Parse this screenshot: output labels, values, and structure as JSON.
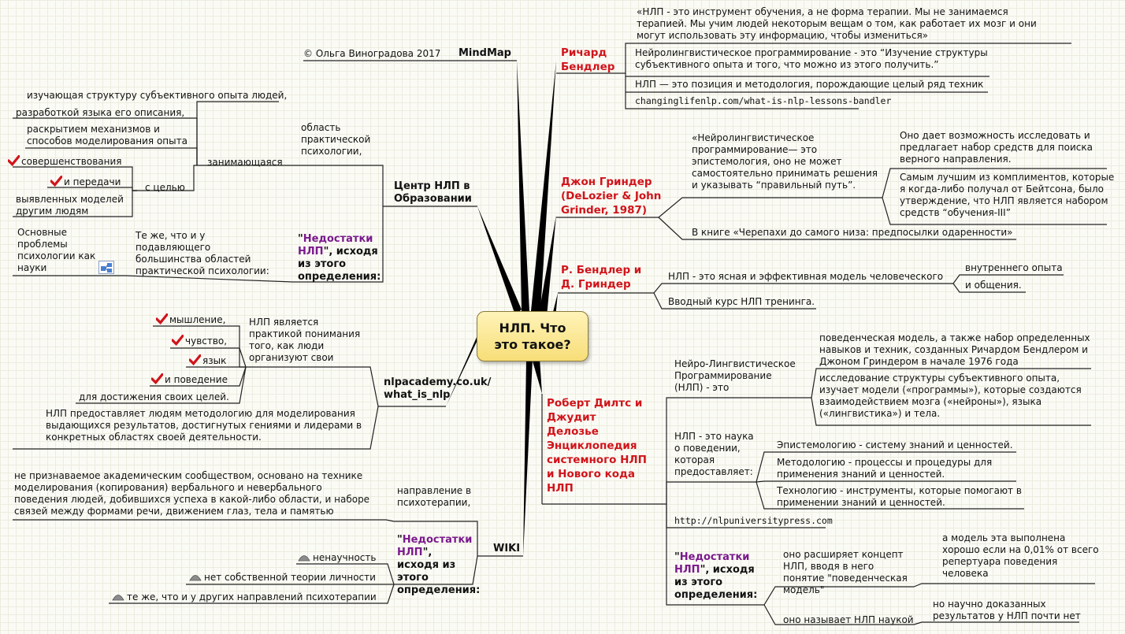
{
  "center": "НЛП. Что это такое?",
  "mindmap": {
    "label": "MindMap",
    "copyright": "© Ольга Виноградова 2017"
  },
  "bandler": {
    "title": "Ричард Бендлер",
    "quote1": "«НЛП - это инструмент обучения, а не форма терапии. Мы не занимаемся терапией. Мы учим людей некоторым вещам о том, как работает их мозг и они могут использовать эту информацию, чтобы измениться»",
    "quote2": "Нейролингвистическое программирование - это “Изучение структуры субъективного опыта и того, что можно из этого получить.”",
    "quote3": "НЛП — это позиция и методология, порождающие целый ряд техник",
    "link": "changinglifenlp.com/what-is-nlp-lessons-bandler"
  },
  "grinder": {
    "title": "Джон Гриндер (DeLozier & John Grinder, 1987)",
    "quote": "«Нейролингвистическое программирование— это эпистемология, оно не может самостоятельно принимать решения и указывать “правильный путь”.",
    "sub1": "Оно дает возможность исследовать и предлагает набор средств для поиска верного направления.",
    "sub2": "Самым лучшим из комплиментов, которые я когда-либо получал от Бейтсона, было утверждение, что НЛП является набором средств “обучения-III”",
    "book": "В книге «Черепахи до самого низа: предпосылки одаренности»"
  },
  "bg": {
    "title": "Р. Бендлер и Д. Гриндер",
    "model": "НЛП - это ясная и эффективная модель человеческого",
    "model_a": "внутреннего опыта",
    "model_b": "и общения.",
    "course": "Вводный курс НЛП тренинга."
  },
  "dilts": {
    "title": "Роберт Дилтс и Джудит Делозье Энциклопедия системного НЛП и Нового кода НЛП",
    "nlp_is": "Нейро-Лингвистическое Программирование (НЛП) - это",
    "def1": "поведенческая модель, а также набор определенных навыков и техник, созданных Ричардом Бендлером и Джоном Гриндером в начале 1976 года",
    "def2": "исследование структуры субъективного опыта, изучает модели («программы»), которые создаются взаимодействием мозга («нейроны»), языка («лингвистика») и тела.",
    "science": "НЛП - это наука о поведении, которая предоставляет:",
    "p1": "Эпистемологию - систему знаний и ценностей.",
    "p2": "Методологию - процессы и процедуры для применения знаний и ценностей.",
    "p3": "Технологию - инструменты, которые помогают в применении знаний и ценностей.",
    "link": "http://nlpuniversitypress.com",
    "flaws_prefix": "\"",
    "flaws_word": "Недостатки НЛП",
    "flaws_suffix": "\", исходя из этого определения:",
    "f1": "оно расширяет концепт НЛП, вводя в него понятие \"поведенческая модель\"",
    "f1a": "а модель эта выполнена хорошо если на 0,01% от всего репертуара поведения человека",
    "f2": "оно называет НЛП наукой",
    "f2a": "но научно доказанных результатов у НЛП почти нет"
  },
  "center_nlp": {
    "title": "Центр НЛП в Образовании",
    "area": "область практической психологии,",
    "engaged": "занимающаяся",
    "l1": "изучающая структуру субъективного опыта людей,",
    "l2": "разработкой языка его описания,",
    "l3": "раскрытием механизмов и способов моделирования опыта",
    "goal": "с целью",
    "g1": "совершенствования",
    "g2": "и передачи",
    "g3": "выявленных моделей другим людям",
    "flaws_prefix": "\"",
    "flaws_word": "Недостатки НЛП",
    "flaws_suffix": "\", исходя из этого определения:",
    "same": "Те же, что и у подавляющего большинства областей практической психологии:",
    "problems": "Основные проблемы психологии как науки"
  },
  "nlpacademy": {
    "title": "nlpacademy.co.uk/ what_is_nlp",
    "is": "НЛП является практикой понимания того, как люди организуют свои",
    "i1": "мышление,",
    "i2": "чувство,",
    "i3": "язык",
    "i4": "и поведение",
    "goal": "для достижения своих целей.",
    "method": "НЛП предоставляет людям методологию для моделирования выдающихся результатов, достигнутых гениями и лидерами в конкретных областях своей деятельности."
  },
  "wiki": {
    "title": "WIKI",
    "direction": "направление в психотерапии,",
    "desc": "не признаваемое академическим сообществом, основано на технике моделирования (копирования) вербального и невербального поведения людей, добившихся успеха в какой-либо области, и наборе связей между формами речи, движением глаз, тела и памятью",
    "flaws_prefix": "\"",
    "flaws_word": "Недостатки НЛП",
    "flaws_suffix": "\", исходя из этого определения:",
    "w1": "ненаучность",
    "w2": "нет собственной теории личности",
    "w3": "те же, что и у других направлений психотерапии"
  }
}
